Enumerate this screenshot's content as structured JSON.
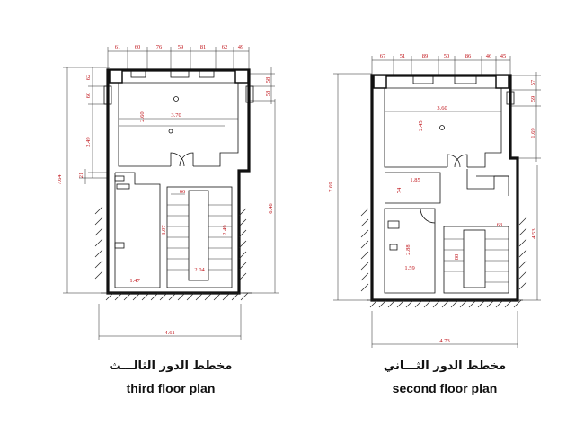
{
  "third_floor": {
    "caption_ar": "مخطط الدور الثالـــث",
    "caption_en": "third floor plan",
    "top_dims": [
      "61",
      "60",
      "76",
      "59",
      "81",
      "62",
      "49"
    ],
    "right_dims": [
      "58",
      "58"
    ],
    "left_dims": [
      "62",
      "60",
      "2.49",
      "21"
    ],
    "overall_left": "7.64",
    "overall_right": "6.46",
    "bottom_overall": "4.61",
    "room_width": "3.70",
    "room_depth": "2.60",
    "stair_depth": "3.97",
    "stair_label": "2.49",
    "stair_width": "2.04",
    "bath_width": "1.47",
    "landing": "66"
  },
  "second_floor": {
    "caption_ar": "مخطط الدور الثـــاني",
    "caption_en": "second floor plan",
    "top_dims": [
      "67",
      "51",
      "89",
      "50",
      "86",
      "46",
      "45"
    ],
    "right_dims": [
      "57",
      "59",
      "1.69"
    ],
    "overall_left": "7.69",
    "overall_right": "4.53",
    "bottom_overall": "4.73",
    "room_width": "3.60",
    "room_depth": "2.45",
    "corridor_width": "1.85",
    "corridor_depth": "74",
    "bath_depth": "2.88",
    "bath_width": "1.59",
    "stair_dim": "63",
    "stair_label": "88"
  }
}
